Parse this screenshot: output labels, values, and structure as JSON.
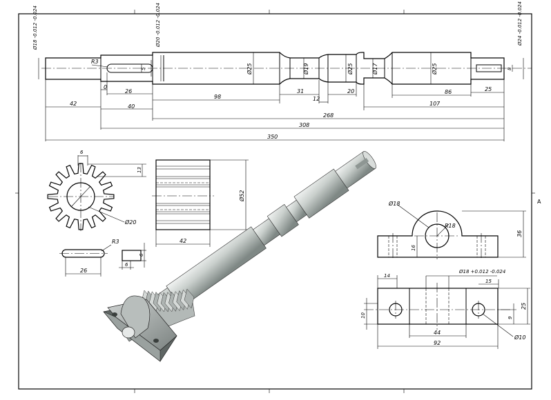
{
  "shaft": {
    "tol_left": "Ø18 -0.012 -0.024",
    "tol_mid": "Ø20 -0.012 -0.024",
    "tol_right": "Ø24 -0.012 -0.024",
    "r3": "R3",
    "d25a": "Ø25",
    "d19": "Ø19",
    "d25b": "Ø25",
    "d17": "Ø17",
    "d25c": "Ø25",
    "key5": "5",
    "key8": "8",
    "dim0": "0",
    "dim26": "26",
    "dim42": "42",
    "dim40": "40",
    "dim98": "98",
    "dim31": "31",
    "dim12": "12",
    "dim20": "20",
    "dim86": "86",
    "dim25": "25",
    "dim107": "107",
    "dim268": "268",
    "dim308": "308",
    "dim350": "350"
  },
  "gear": {
    "tooth_w": "6",
    "tooth_h": "13",
    "bore": "Ø20",
    "od": "Ø52",
    "width": "42"
  },
  "key": {
    "r3": "R3",
    "len": "26",
    "h": "6",
    "w": "6"
  },
  "bearing_front": {
    "d18": "Ø18",
    "r18": "R18",
    "h16": "16",
    "h36": "36"
  },
  "bearing_top": {
    "d14": "14",
    "tol": "Ø18 +0.012 -0.024",
    "d15": "15",
    "d10": "10",
    "d25": "25",
    "d9": "9",
    "d44": "44",
    "d92": "92",
    "dhole": "Ø10"
  },
  "frame": {
    "side_a": "A"
  }
}
